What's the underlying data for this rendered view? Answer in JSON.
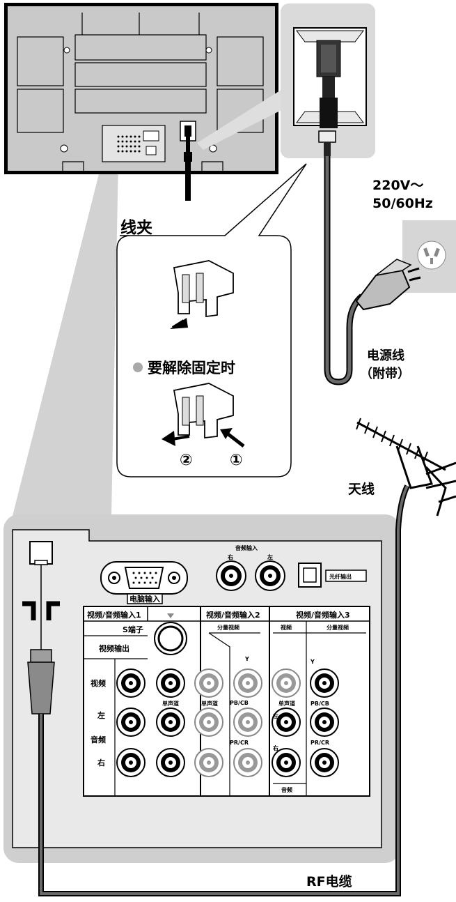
{
  "labels": {
    "voltage_line1": "220V～",
    "voltage_line2": "50/60Hz",
    "clamp_title": "线夹",
    "release_text": "要解除固定时",
    "step2": "②",
    "step1": "①",
    "power_cord_line1": "电源线",
    "power_cord_line2": "（附带）",
    "antenna": "天线",
    "rf_cable": "RF电缆"
  },
  "panel": {
    "audio_in": "音频输入",
    "audio_right": "右",
    "audio_left": "左",
    "optical_out": "光纤输出",
    "pc_in": "电脑输入",
    "av_in1": "视频/音频输入1",
    "av_in2": "视频/音频输入2",
    "av_in3": "视频/音频输入3",
    "s_terminal": "S端子",
    "component_video": "分量视频",
    "video": "视频",
    "component_video3": "分量视频",
    "video_out": "视频输出",
    "row_video": "视频",
    "row_left": "左",
    "row_audio": "音频",
    "row_right": "右",
    "mono": "单声道",
    "mono2": "单声道",
    "mono3": "单声道",
    "y": "Y",
    "pb_cb": "PB/CB",
    "pr_cr": "PR/CR",
    "y3": "Y",
    "pb_cb3": "PB/CB",
    "pr_cr3": "PR/CR",
    "left3": "左",
    "right3": "右",
    "audio3": "音频"
  },
  "colors": {
    "panel_bg": "#cfcfcf",
    "tv_back": "#c9c9c9",
    "outline": "#000000",
    "cable": "#6a6a6a",
    "bullet": "#a9a9a9"
  }
}
